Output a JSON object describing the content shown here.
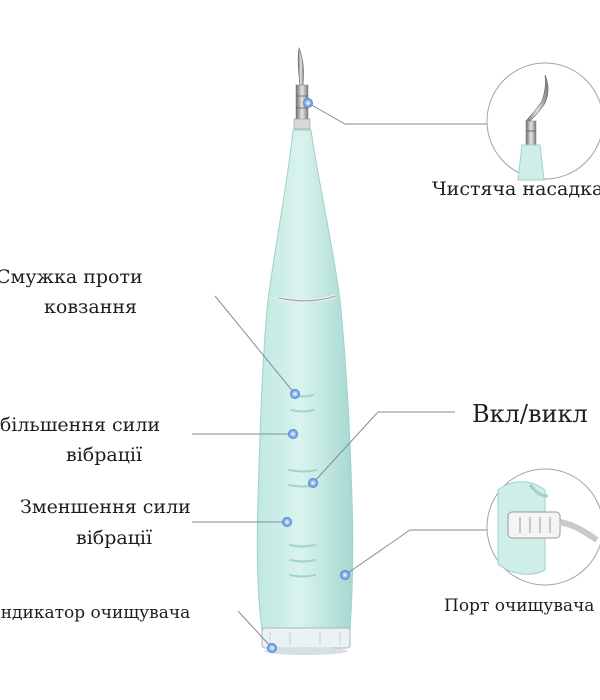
{
  "labels": {
    "cleaning_tip": "Чистяча насадка",
    "anti_slip_line1": "Смужка проти",
    "anti_slip_line2": "ковзання",
    "increase_line1": "Збільшення сили",
    "increase_line2": "вібрації",
    "power": "Вкл/викл",
    "decrease_line1": "Зменшення сили",
    "decrease_line2": "вібрації",
    "charging_port": "Порт очищувача",
    "indicator": "Індикатор очищувача"
  },
  "colors": {
    "body": "#cfeee9",
    "body_shade": "#a9dcd4",
    "metal": "#8f8f8f",
    "leader": "#7c8fa0",
    "dot": "#4a7fd0"
  }
}
